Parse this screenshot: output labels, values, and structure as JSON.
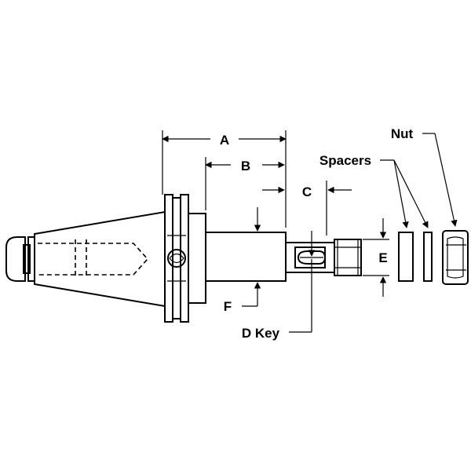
{
  "labels": {
    "a": "A",
    "b": "B",
    "c": "C",
    "d_key": "D Key",
    "e": "E",
    "f": "F",
    "spacers": "Spacers",
    "nut": "Nut"
  },
  "colors": {
    "line": "#000000",
    "background": "#ffffff"
  }
}
